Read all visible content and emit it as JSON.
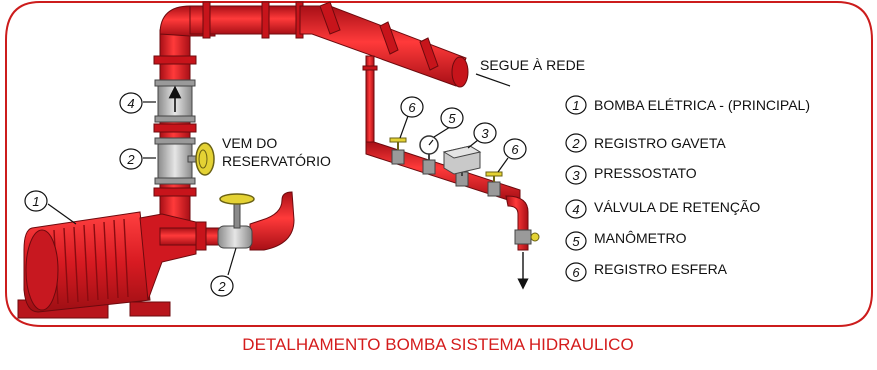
{
  "colors": {
    "frame": "#cc1c1c",
    "pipe": "#e01b24",
    "pipe_dark": "#a80f16",
    "valve_gray": "#b9b9b9",
    "handwheel": "#e4d234",
    "caption": "#d41c1c"
  },
  "labels": {
    "rede": "SEGUE À REDE",
    "reservatorio_line1": "VEM DO",
    "reservatorio_line2": "RESERVATÓRIO"
  },
  "callouts": {
    "c1": "1",
    "c2a": "2",
    "c2b": "2",
    "c3": "3",
    "c4": "4",
    "c5": "5",
    "c6a": "6",
    "c6b": "6"
  },
  "legend": [
    {
      "num": "1",
      "text": "BOMBA ELÉTRICA - (PRINCIPAL)"
    },
    {
      "num": "2",
      "text": "REGISTRO GAVETA"
    },
    {
      "num": "3",
      "text": "PRESSOSTATO"
    },
    {
      "num": "4",
      "text": "VÁLVULA DE RETENÇÃO"
    },
    {
      "num": "5",
      "text": "MANÔMETRO"
    },
    {
      "num": "6",
      "text": "REGISTRO ESFERA"
    }
  ],
  "caption": "DETALHAMENTO BOMBA SISTEMA HIDRAULICO"
}
